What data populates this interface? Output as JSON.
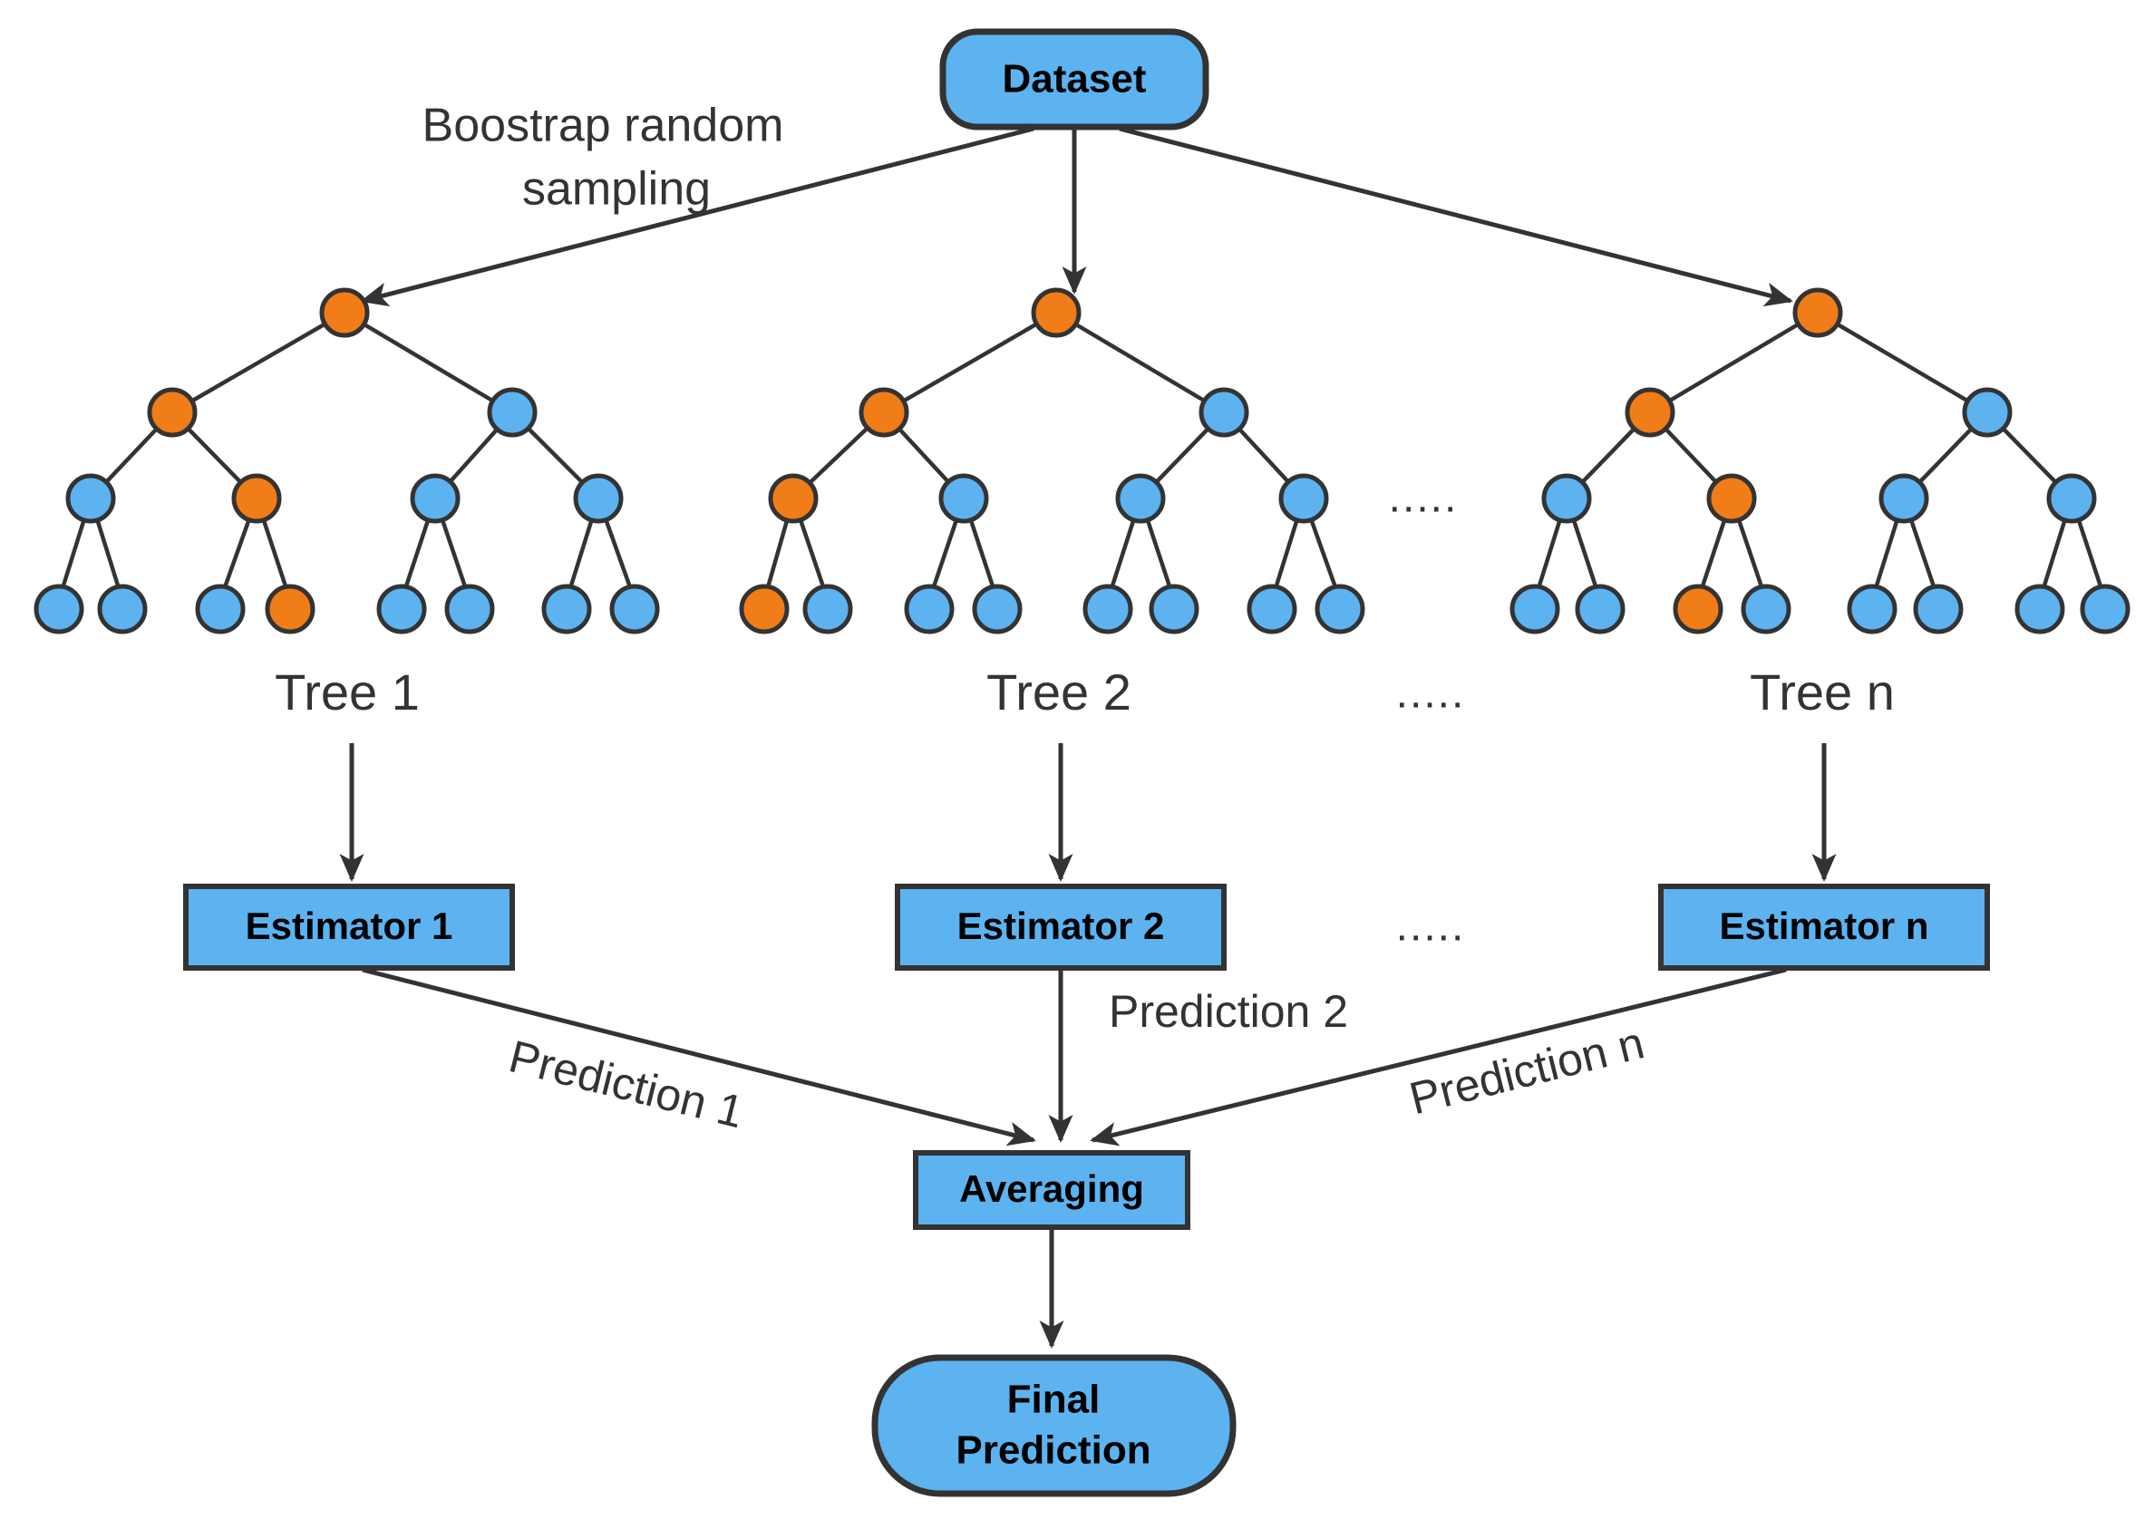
{
  "colors": {
    "node_blue": "#5cb3f0",
    "node_orange": "#f07d18",
    "stroke_dark": "#333333",
    "text_dark": "#333333",
    "text_black": "#000000",
    "background": "#ffffff"
  },
  "labels": {
    "dataset": "Dataset",
    "bootstrap_line1": "Boostrap random",
    "bootstrap_line2": "sampling",
    "tree_1": "Tree 1",
    "tree_2": "Tree 2",
    "tree_n": "Tree n",
    "estimator_1": "Estimator 1",
    "estimator_2": "Estimator 2",
    "estimator_n": "Estimator n",
    "prediction_1": "Prediction 1",
    "prediction_2": "Prediction 2",
    "prediction_n": "Prediction n",
    "averaging": "Averaging",
    "final_prediction_line1": "Final",
    "final_prediction_line2": "Prediction",
    "ellipsis_trees": ".....",
    "ellipsis_tree_labels": ".....",
    "ellipsis_estimators": "....."
  },
  "diagram_data": {
    "type": "flowchart",
    "title": "Random Forest ensemble diagram",
    "trees": [
      {
        "name": "Tree 1",
        "estimator": "Estimator 1",
        "prediction": "Prediction 1",
        "levels": [
          [
            "orange"
          ],
          [
            "orange",
            "blue"
          ],
          [
            "blue",
            "orange",
            "blue",
            "blue"
          ],
          [
            "blue",
            "blue",
            "blue",
            "orange",
            "blue",
            "blue",
            "blue",
            "blue"
          ]
        ]
      },
      {
        "name": "Tree 2",
        "estimator": "Estimator 2",
        "prediction": "Prediction 2",
        "levels": [
          [
            "orange"
          ],
          [
            "orange",
            "blue"
          ],
          [
            "orange",
            "blue",
            "blue",
            "blue"
          ],
          [
            "orange",
            "blue",
            "blue",
            "blue",
            "blue",
            "blue",
            "blue",
            "blue"
          ]
        ]
      },
      {
        "name": "Tree n",
        "estimator": "Estimator n",
        "prediction": "Prediction n",
        "levels": [
          [
            "orange"
          ],
          [
            "orange",
            "blue"
          ],
          [
            "blue",
            "orange",
            "blue",
            "blue"
          ],
          [
            "blue",
            "blue",
            "orange",
            "blue",
            "blue",
            "blue",
            "blue",
            "blue"
          ]
        ]
      }
    ],
    "flow": [
      "Dataset -> Boostrap random sampling -> Tree 1 / Tree 2 / Tree n",
      "Tree i -> Estimator i",
      "Estimator i -> Prediction i -> Averaging",
      "Averaging -> Final Prediction"
    ]
  }
}
